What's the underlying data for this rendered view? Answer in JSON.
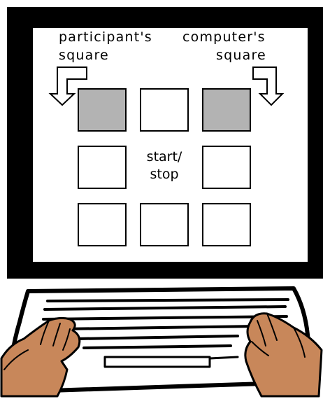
{
  "labels": {
    "participant_line1": "participant's",
    "participant_line2": "square",
    "computer_line1": "computer's",
    "computer_line2": "square",
    "center_line1": "start/",
    "center_line2": "stop"
  },
  "grid": {
    "rows": 3,
    "cols": 3,
    "highlighted": [
      "top-left",
      "top-right"
    ],
    "center_has_square": false
  },
  "colors": {
    "monitor": "#000000",
    "screen": "#ffffff",
    "highlight_square": "#b3b3b3",
    "skin": "#c8875a"
  },
  "icons": [
    "down-arrow-icon",
    "keyboard-icon",
    "hand-icon"
  ]
}
